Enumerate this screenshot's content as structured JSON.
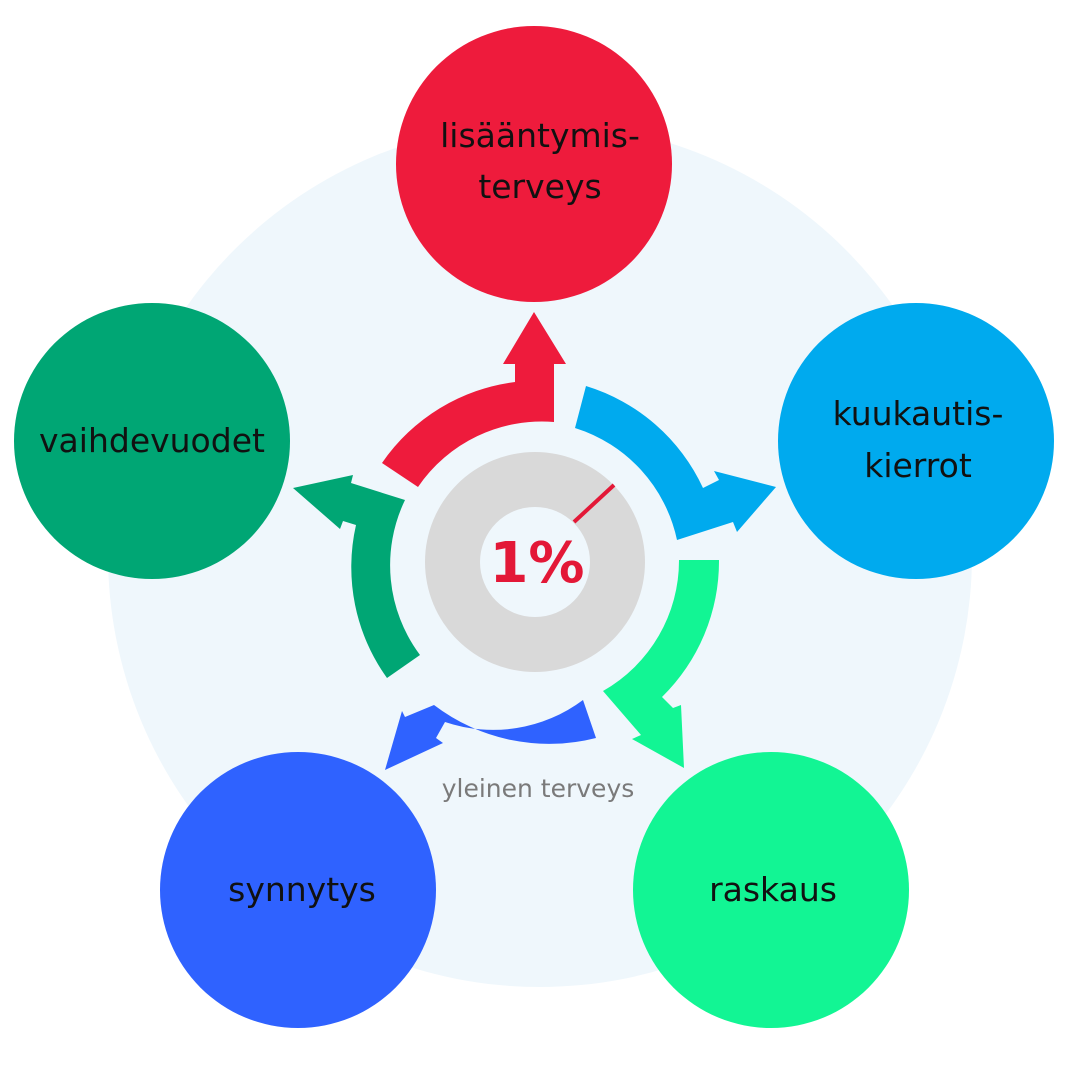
{
  "nodes": [
    {
      "id": "lisaantymisterveys",
      "lines": [
        "lisääntymis-",
        "terveys"
      ],
      "color": "#ee1b3c"
    },
    {
      "id": "kuukautiskierrot",
      "lines": [
        "kuukautis-",
        "kierrot"
      ],
      "color": "#00aaee"
    },
    {
      "id": "raskaus",
      "lines": [
        "raskaus"
      ],
      "color": "#12f594"
    },
    {
      "id": "synnytys",
      "lines": [
        "synnytys"
      ],
      "color": "#2f62ff"
    },
    {
      "id": "vaihdevuodet",
      "lines": [
        "vaihdevuodet"
      ],
      "color": "#00a674"
    }
  ],
  "center": {
    "percent": "1%",
    "percent_value": 1,
    "label": "yleinen terveys",
    "percent_color": "#e31837",
    "donut_color": "#d9d9d9"
  },
  "colors": {
    "background_circle": "#eff7fc"
  }
}
